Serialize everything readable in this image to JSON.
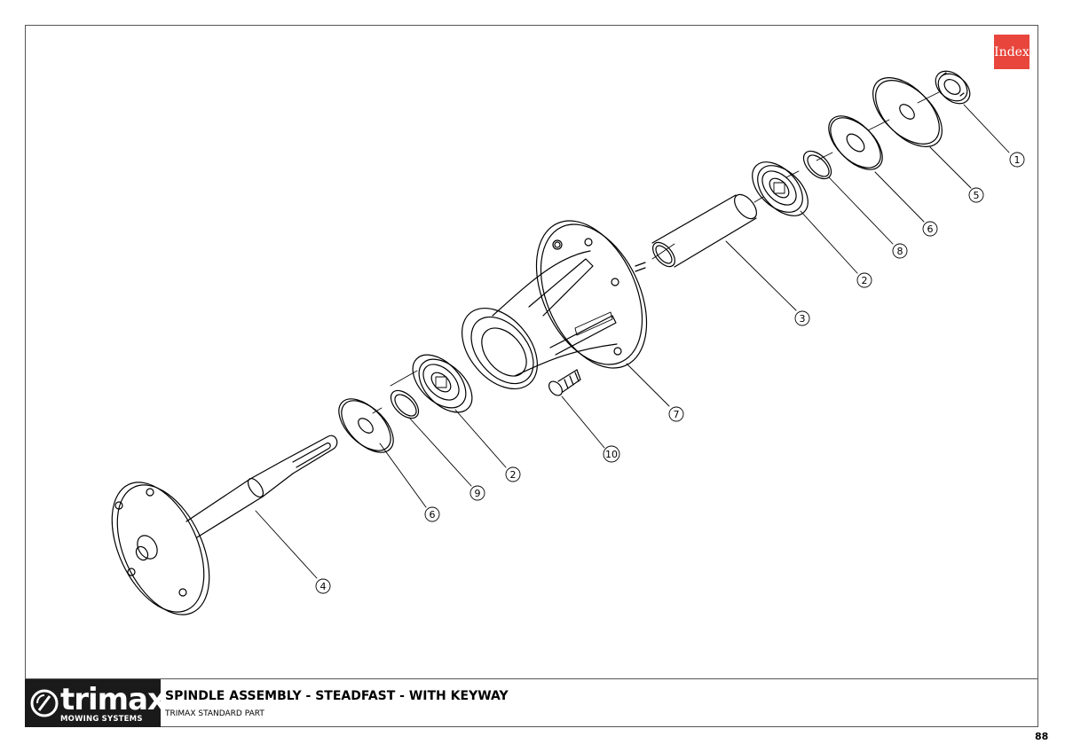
{
  "index_button": "Index",
  "title_block": {
    "brand_name": "trimax",
    "brand_tagline": "MOWING SYSTEMS",
    "title": "SPINDLE ASSEMBLY - STEADFAST - WITH KEYWAY",
    "subtitle": "TRIMAX STANDARD PART"
  },
  "page_number": "88",
  "colors": {
    "index_accent": "#e8453c",
    "logo_background": "#1a1a1a"
  },
  "callouts": [
    "1",
    "5",
    "6",
    "8",
    "2",
    "3",
    "7",
    "10",
    "2",
    "9",
    "6",
    "4"
  ]
}
